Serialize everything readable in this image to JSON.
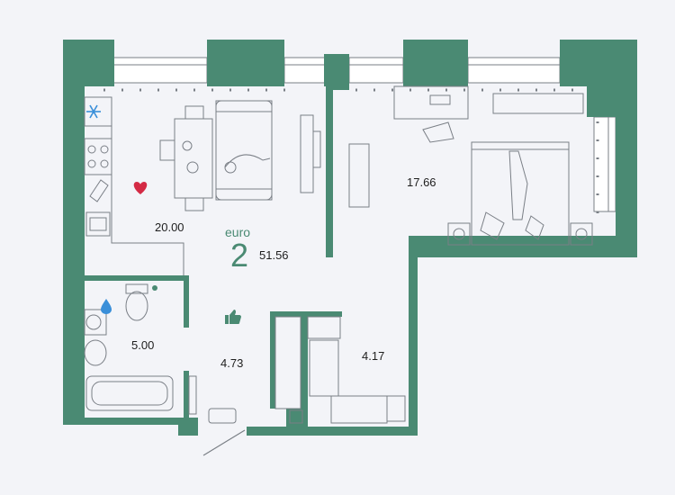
{
  "unit": {
    "type_label": "euro",
    "room_count": "2",
    "total_area": "51.56"
  },
  "rooms": [
    {
      "area": "20.00"
    },
    {
      "area": "17.66"
    },
    {
      "area": "5.00"
    },
    {
      "area": "4.73"
    },
    {
      "area": "4.17"
    }
  ],
  "colors": {
    "wall": "#4a8a73",
    "accent_heart": "#d42a45",
    "accent_water": "#3a8fd9",
    "accent_thumb": "#4a8a73",
    "background": "#f3f4f8"
  },
  "icons": [
    "snowflake-icon",
    "heart-icon",
    "water-drop-icon",
    "thumbs-up-icon"
  ]
}
